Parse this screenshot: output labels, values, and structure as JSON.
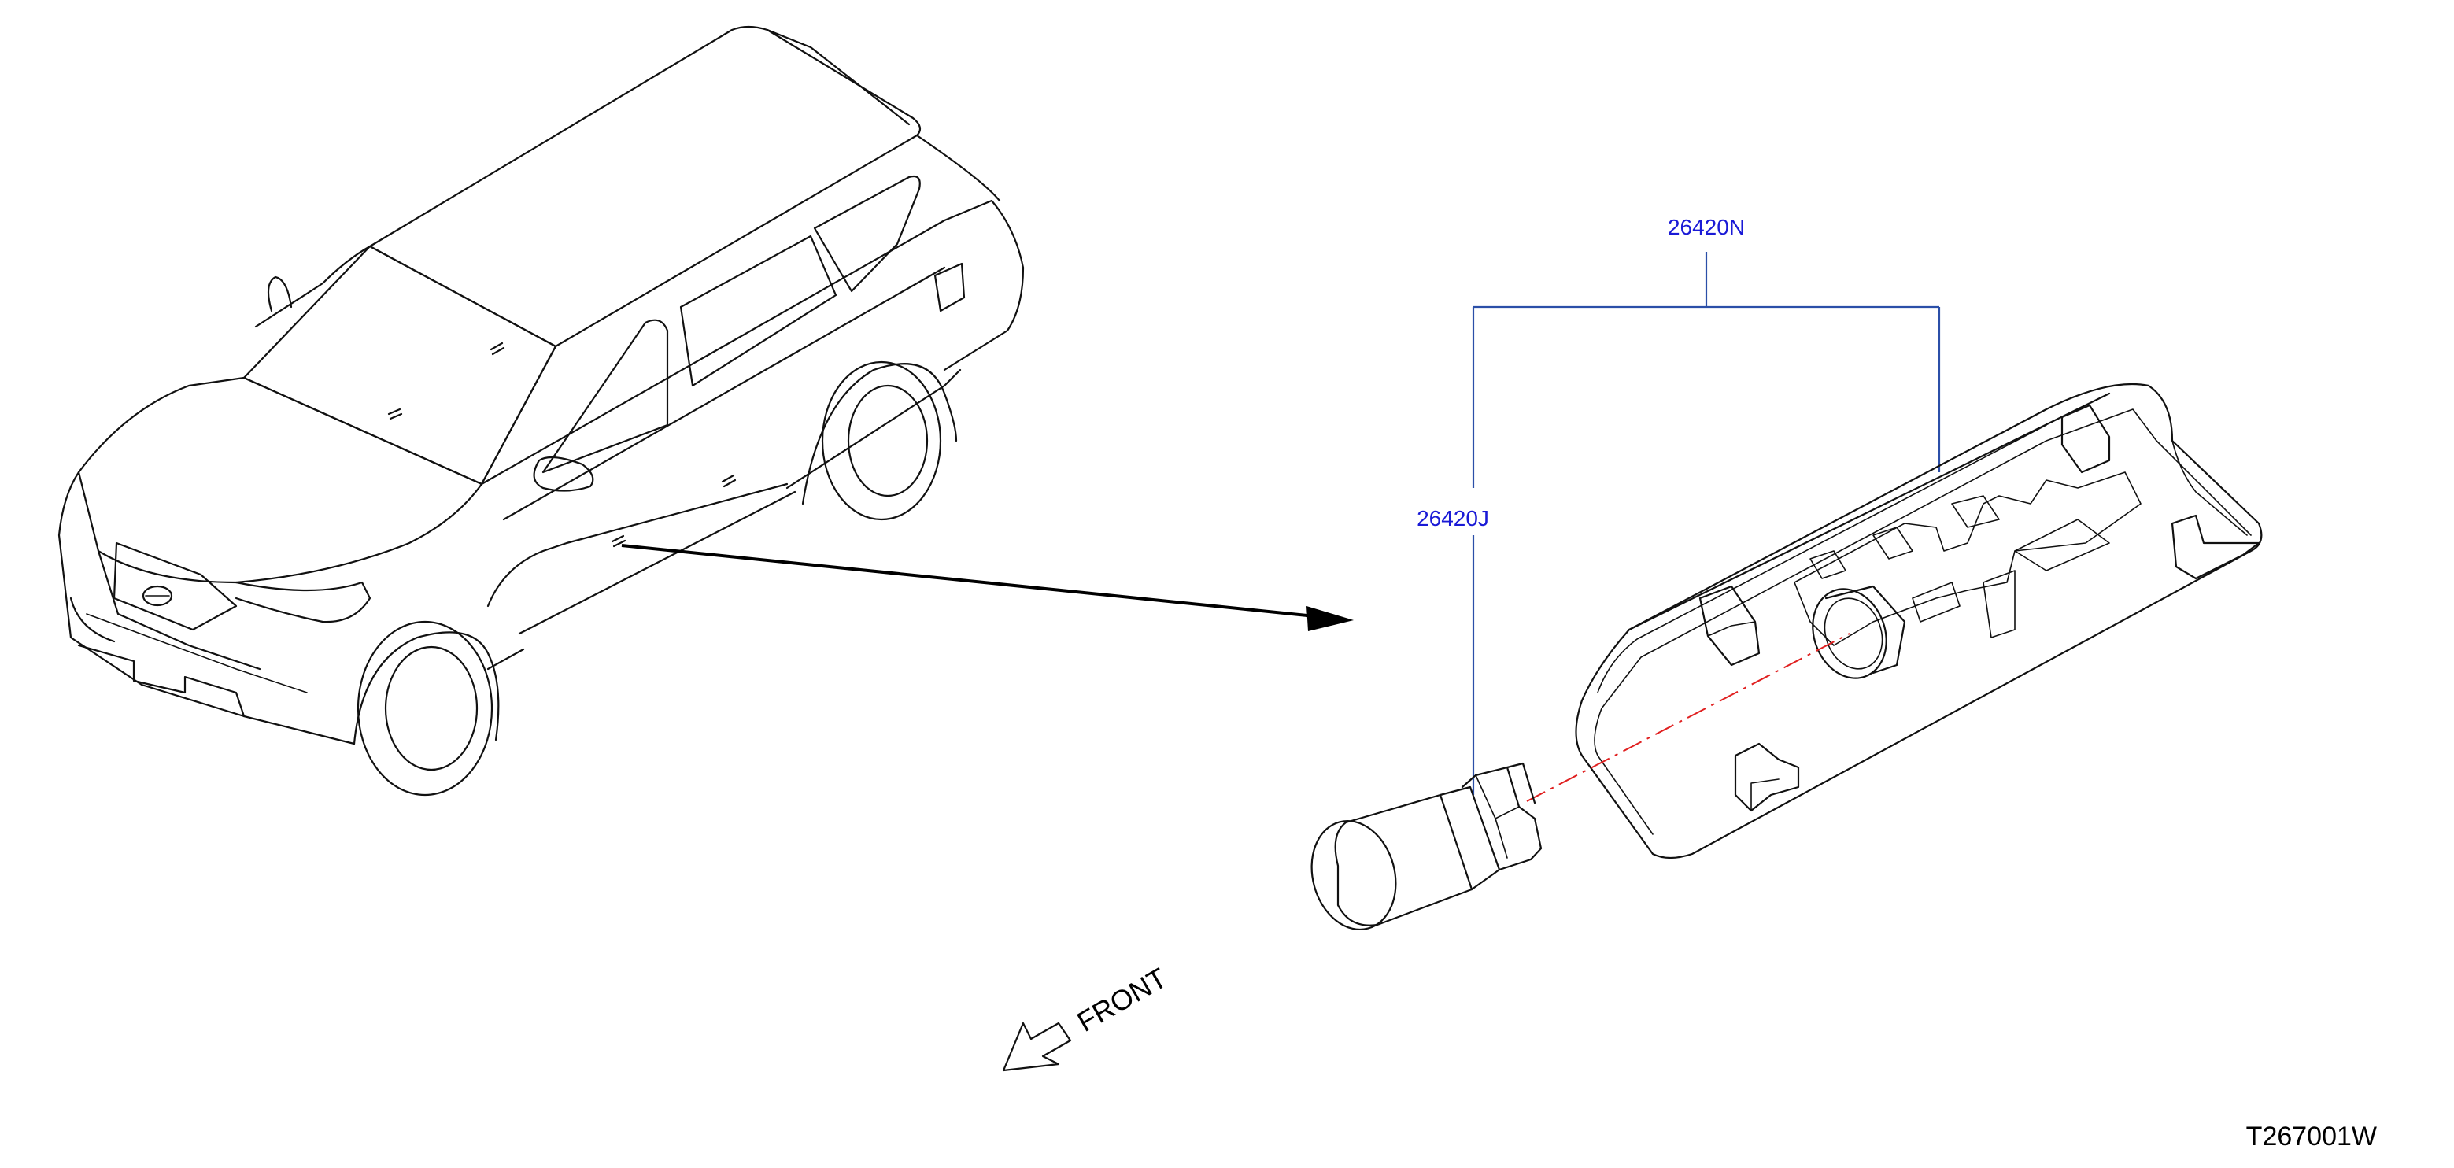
{
  "parts": {
    "assembly": {
      "number": "26420N",
      "color": "#1a1ad6"
    },
    "bulb": {
      "number": "26420J",
      "color": "#1a1ad6"
    }
  },
  "front_label": "FRONT",
  "illustration_code": "T267001W",
  "icons": {
    "vehicle": "suv-vehicle-illustration",
    "lamp": "interior-lamp-assembly",
    "bulb": "wedge-bulb",
    "front": "front-direction-arrow"
  },
  "colors": {
    "leader_line": "#2b4fa8",
    "center_axis": "#e02020",
    "outline": "#111111"
  }
}
